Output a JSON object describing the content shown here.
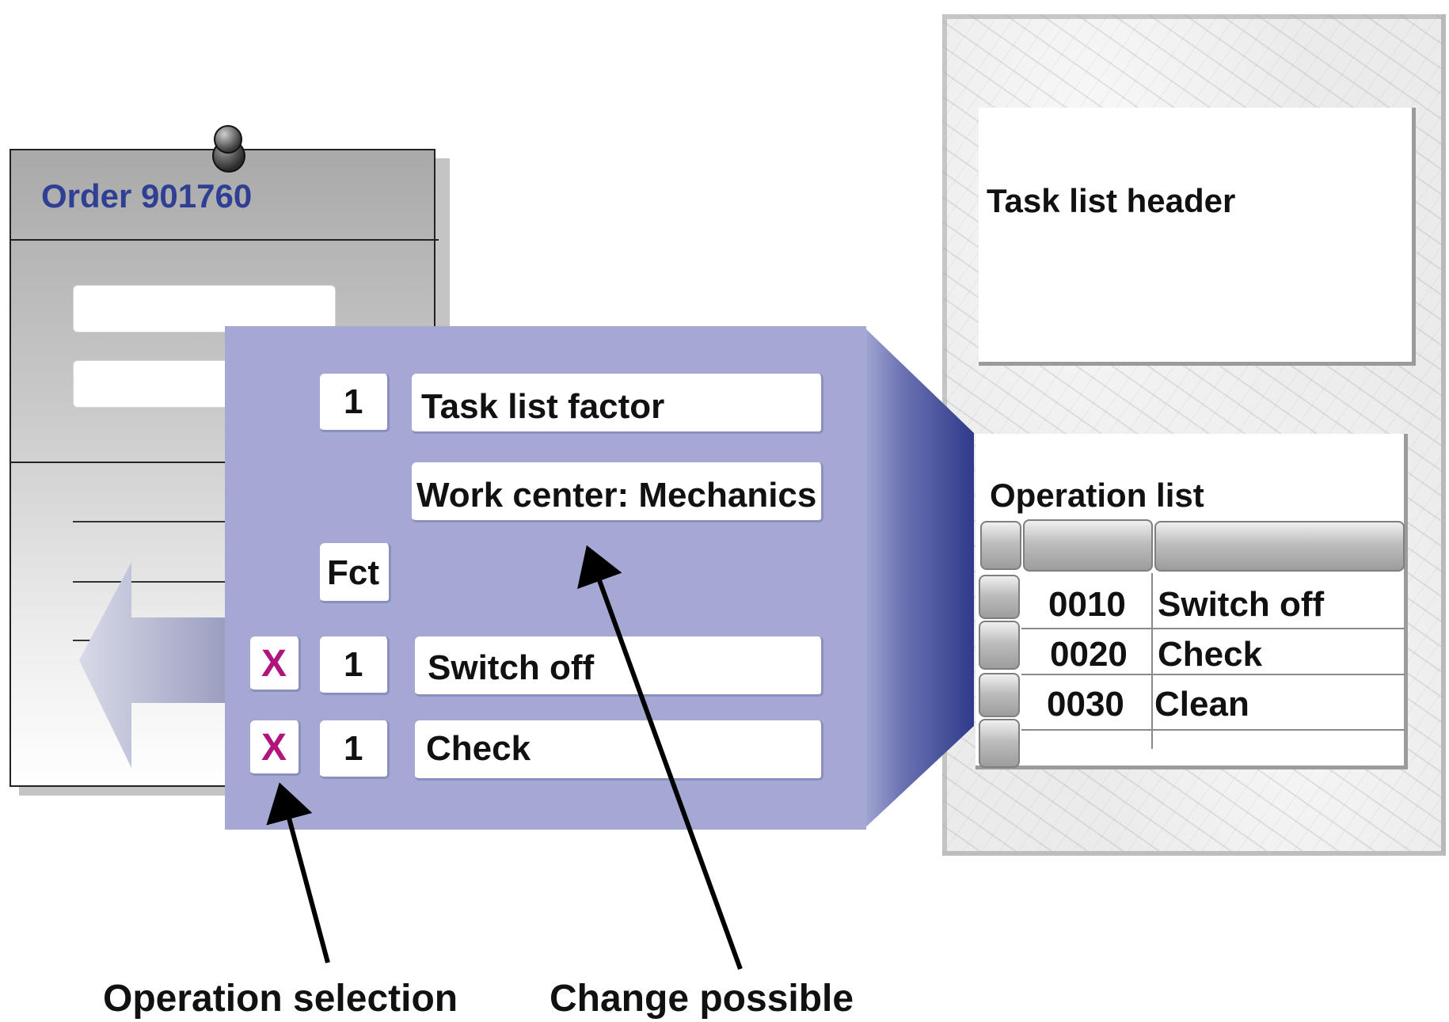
{
  "order": {
    "title": "Order 901760"
  },
  "popup": {
    "factor_value": "1",
    "factor_label": "Task list factor",
    "work_center_label": "Work center: Mechanics",
    "fct_label": "Fct",
    "rows": [
      {
        "selected_mark": "X",
        "factor": "1",
        "text": "Switch off"
      },
      {
        "selected_mark": "X",
        "factor": "1",
        "text": "Check"
      }
    ]
  },
  "task_list": {
    "header_label": "Task list  header",
    "operation_list_label": "Operation list",
    "operations": [
      {
        "number": "0010",
        "text": "Switch off"
      },
      {
        "number": "0020",
        "text": "Check"
      },
      {
        "number": "0030",
        "text": "Clean"
      }
    ]
  },
  "callouts": {
    "selection_label": "Operation selection",
    "change_label": "Change possible"
  },
  "colors": {
    "order_title": "#2f3f93",
    "popup_fill": "#a4a8d2",
    "popup_side_dark": "#2f3b8a",
    "selection_mark": "#b0157e"
  }
}
